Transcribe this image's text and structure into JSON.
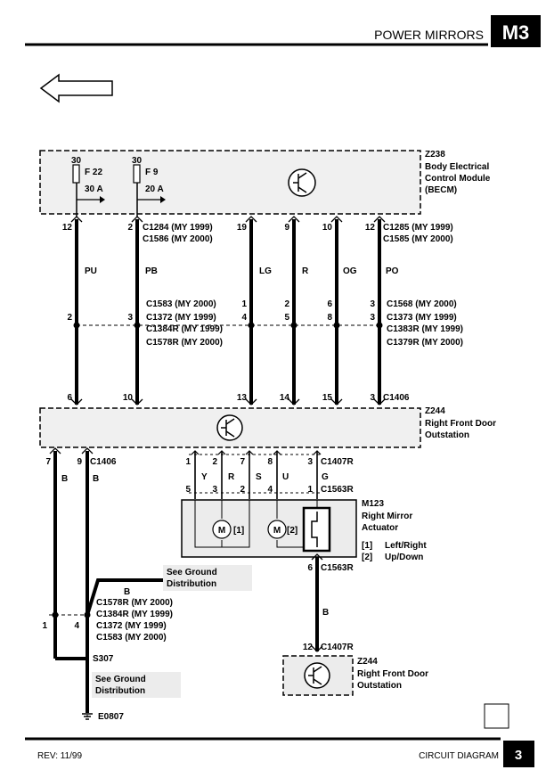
{
  "header": {
    "title": "POWER MIRRORS",
    "section": "M3"
  },
  "footer": {
    "rev": "REV: 11/99",
    "doc_type": "CIRCUIT DIAGRAM",
    "page": "3"
  },
  "becm": {
    "code": "Z238",
    "name": [
      "Body Electrical",
      "Control Module",
      "(BECM)"
    ],
    "fuses": [
      {
        "pin": "30",
        "name": "F 22",
        "rating": "30 A"
      },
      {
        "pin": "30",
        "name": "F 9",
        "rating": "20 A"
      }
    ],
    "conn_left": [
      "C1284 (MY 1999)",
      "C1586 (MY 2000)"
    ],
    "conn_right": [
      "C1285 (MY 1999)",
      "C1585 (MY 2000)"
    ],
    "pins_top": [
      "12",
      "2",
      "19",
      "9",
      "10",
      "12"
    ]
  },
  "wires": {
    "colors": [
      "PU",
      "PB",
      "LG",
      "R",
      "OG",
      "PO"
    ],
    "mid_pins": [
      "2",
      "3",
      "1",
      "2",
      "6",
      "3",
      "4",
      "5",
      "8",
      "3"
    ],
    "mid_conn_left": [
      "C1583 (MY 2000)",
      "C1372 (MY 1999)",
      "C1384R (MY 1999)",
      "C1578R (MY 2000)"
    ],
    "mid_conn_right": [
      "C1568 (MY 2000)",
      "C1373 (MY 1999)",
      "C1383R (MY 1999)",
      "C1379R (MY 2000)"
    ],
    "bottom_pins": [
      "6",
      "10",
      "13",
      "14",
      "15",
      "3"
    ],
    "bottom_conn": "C1406"
  },
  "door_outstation": {
    "code": "Z244",
    "name": [
      "Right Front Door",
      "Outstation"
    ],
    "left_pins": [
      "7",
      "9"
    ],
    "left_conn": "C1406",
    "left_colors": [
      "B",
      "B"
    ],
    "right_pins": [
      "1",
      "2",
      "7",
      "8",
      "3"
    ],
    "right_conn": "C1407R"
  },
  "actuator": {
    "code": "M123",
    "name": [
      "Right Mirror",
      "Actuator"
    ],
    "wire_colors": [
      "Y",
      "R",
      "S",
      "U",
      "G"
    ],
    "pins": [
      "5",
      "3",
      "2",
      "4",
      "1"
    ],
    "conn": "C1563R",
    "motor_symbol": "M",
    "motor_tags": [
      "[1]",
      "[2]"
    ],
    "legend": [
      {
        "tag": "[1]",
        "label": "Left/Right"
      },
      {
        "tag": "[2]",
        "label": "Up/Down"
      }
    ],
    "out_pin": "6",
    "out_conn": "C1563R",
    "out_color": "B"
  },
  "door_outstation_2": {
    "pin": "12",
    "conn": "C1407R",
    "code": "Z244",
    "name": [
      "Right Front Door",
      "Outstation"
    ]
  },
  "ground": {
    "ref_top": [
      "See Ground",
      "Distribution"
    ],
    "ref_bottom": [
      "See Ground",
      "Distribution"
    ],
    "wire_color": "B",
    "connectors": [
      "C1578R (MY 2000)",
      "C1384R (MY 1999)",
      "C1372 (MY 1999)",
      "C1583 (MY 2000)"
    ],
    "pins": [
      "1",
      "4"
    ],
    "splice": "S307",
    "eyelet": "E0807"
  }
}
